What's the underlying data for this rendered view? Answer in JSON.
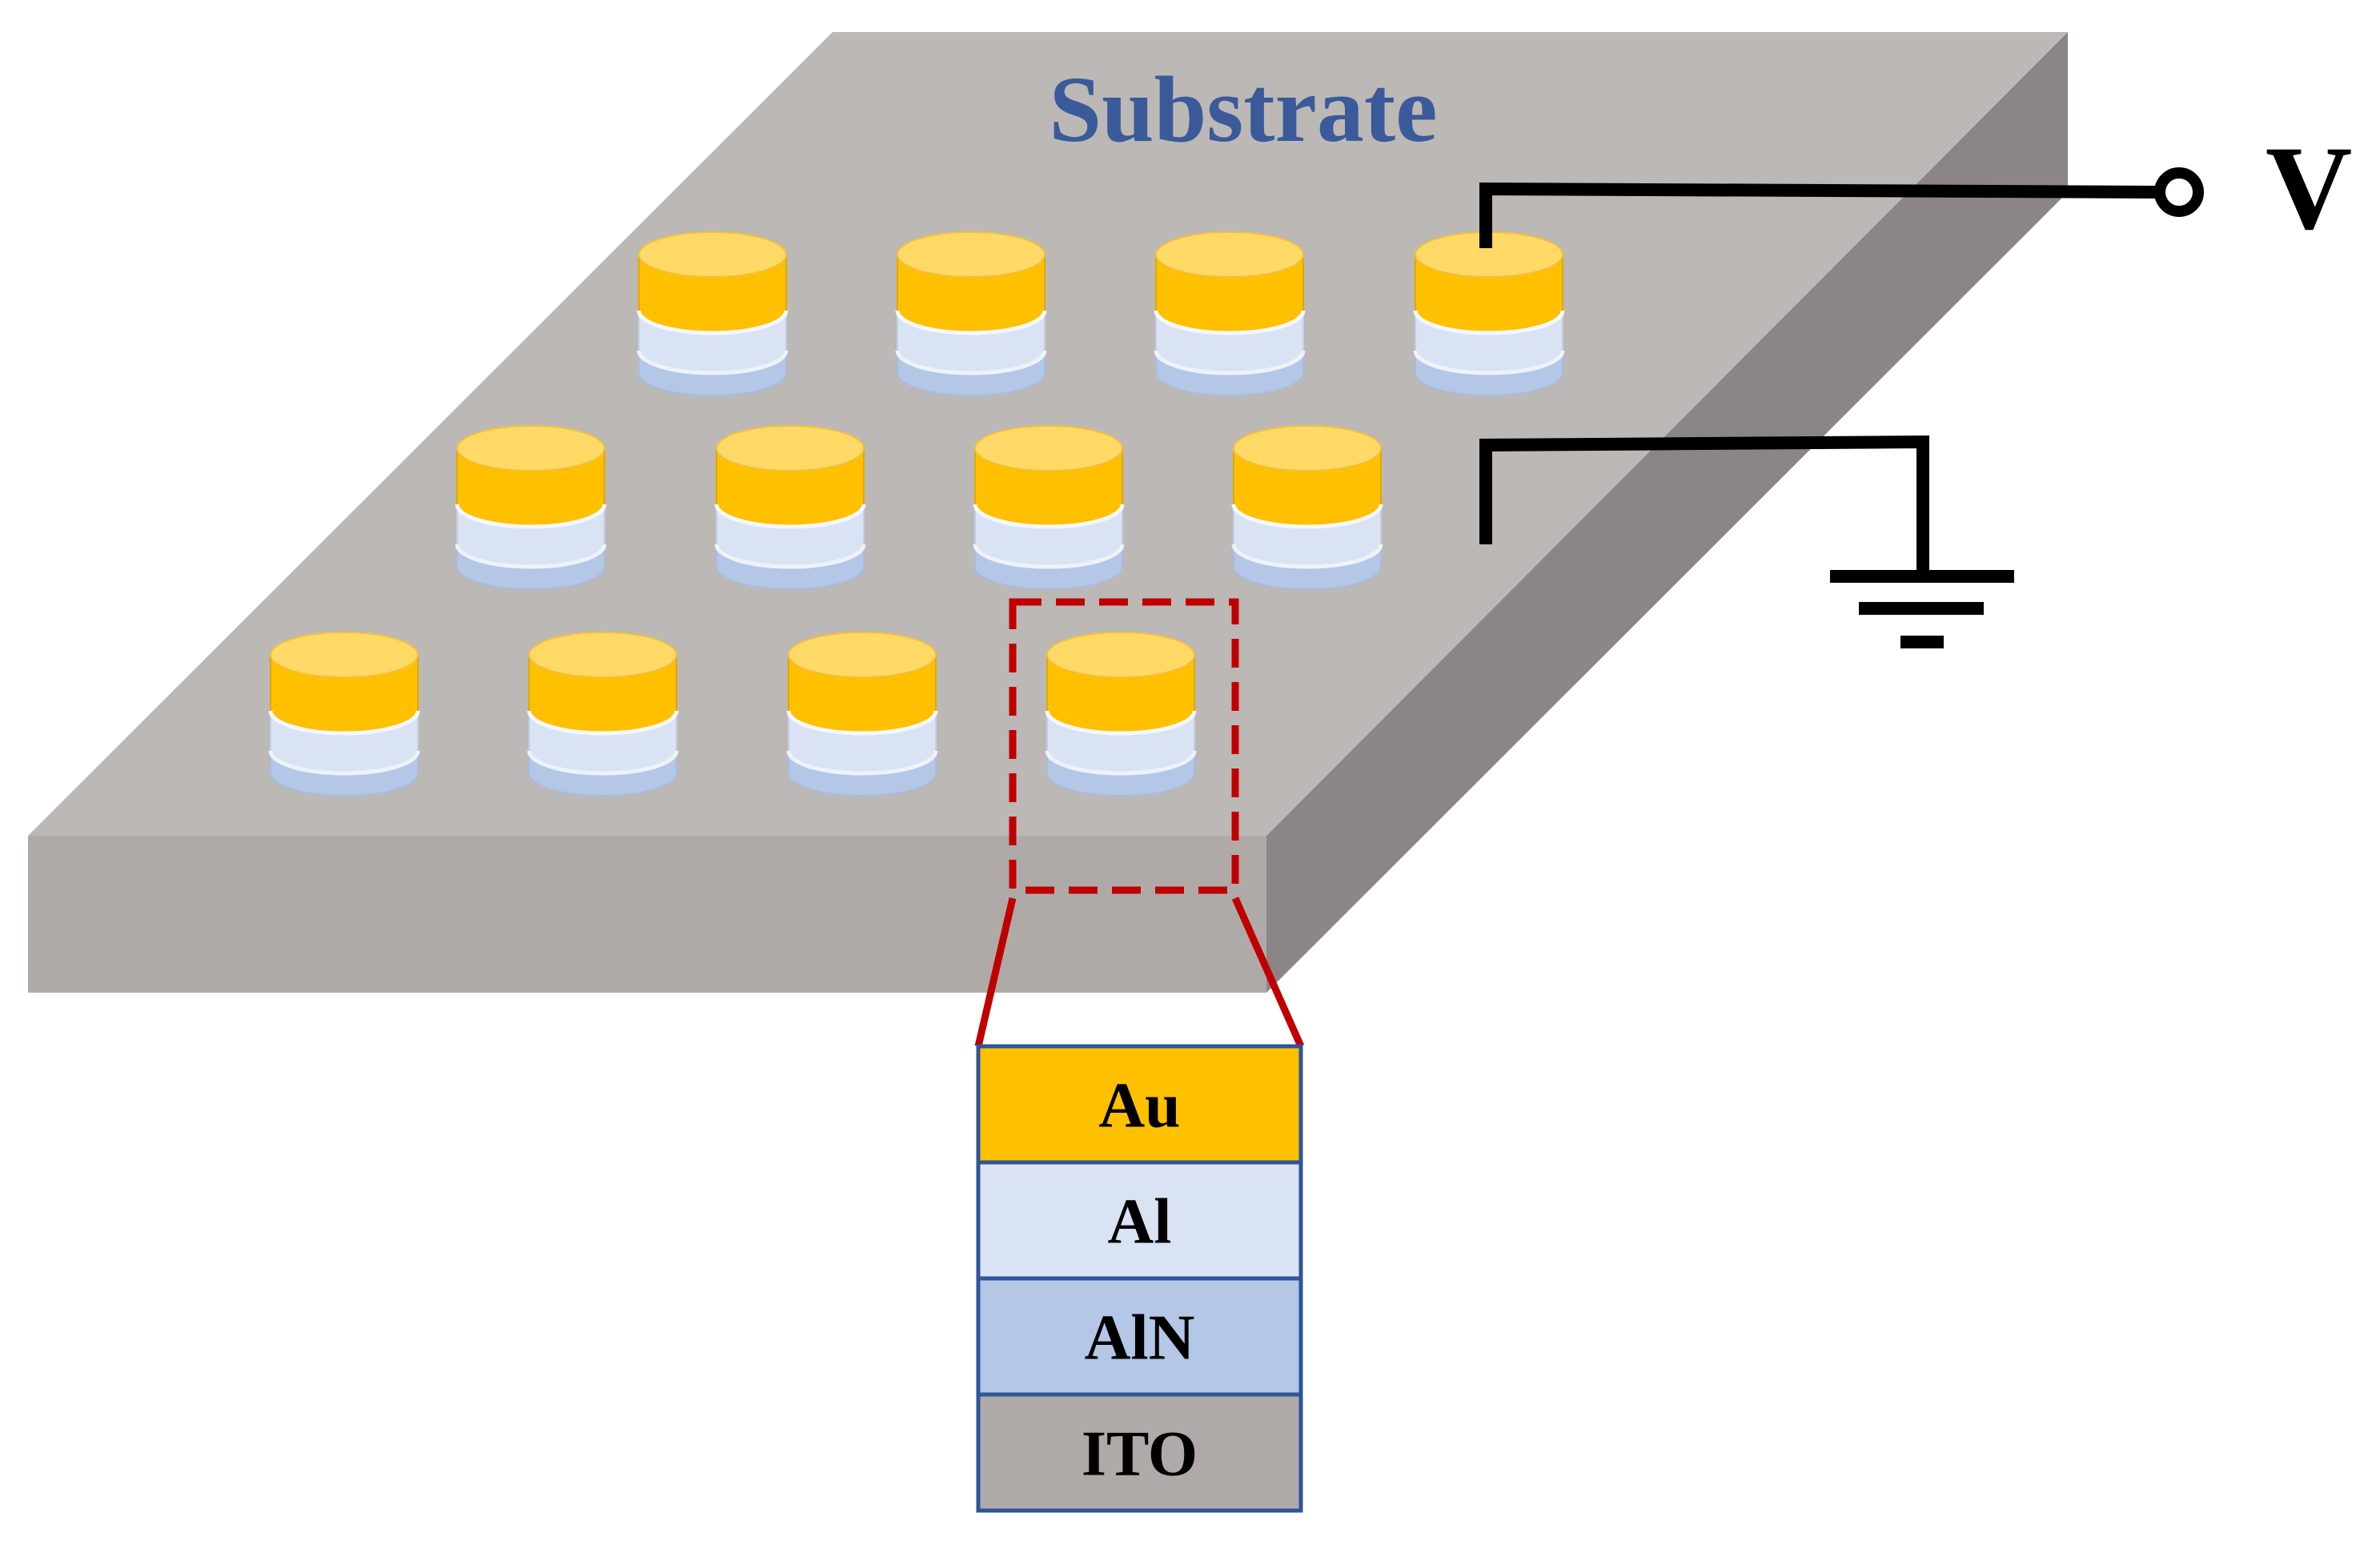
{
  "substrate": {
    "label": "Substrate",
    "top_color": "#bcb8b6",
    "front_color": "#afaaa8",
    "side_color": "#8b8685",
    "label_color": "#3a5a9a"
  },
  "terminals": {
    "voltage_label": "V"
  },
  "pillars": {
    "count": 12,
    "rows": [
      4,
      4,
      4
    ]
  },
  "layer_stack": {
    "layers": [
      {
        "name": "Au",
        "color": "#ffc000"
      },
      {
        "name": "Al",
        "color": "#dae3f3"
      },
      {
        "name": "AlN",
        "color": "#b4c7e7"
      },
      {
        "name": "ITO",
        "color": "#afaaa8"
      }
    ],
    "border_color": "#2f5597",
    "highlight_color": "#c00000"
  }
}
